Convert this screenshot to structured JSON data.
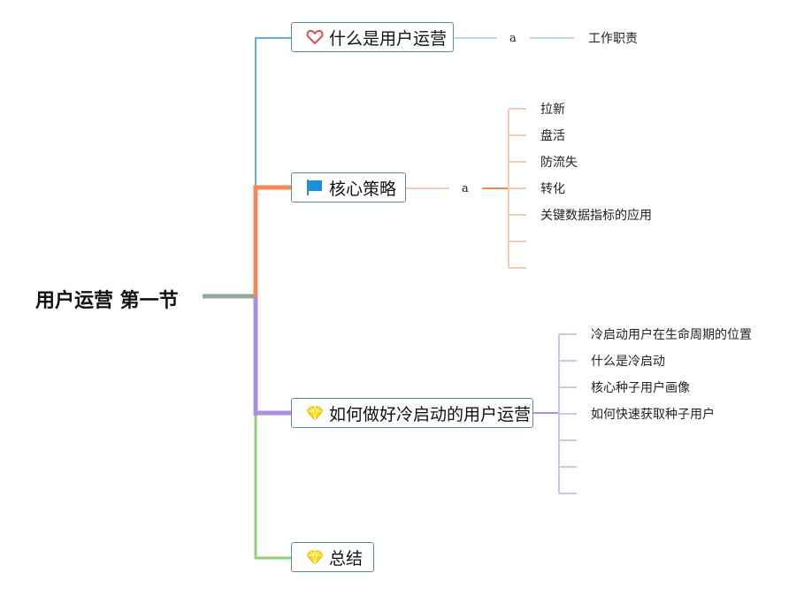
{
  "root": {
    "label": "用户运营 第一节"
  },
  "topics": [
    {
      "label": "什么是用户运营",
      "icon": "heart-icon",
      "color": "#6aaed8",
      "link_label": "a",
      "children": [
        "工作职责"
      ]
    },
    {
      "label": "核心策略",
      "icon": "flag-icon",
      "color": "#f4875a",
      "link_label": "a",
      "children": [
        "拉新",
        "盘活",
        "防流失",
        "转化",
        "关键数据指标的应用",
        "",
        ""
      ]
    },
    {
      "label": "如何做好冷启动的用户运营",
      "icon": "diamond-icon",
      "color": "#a98ee3",
      "children": [
        "冷启动用户在生命周期的位置",
        "什么是冷启动",
        "核心种子用户画像",
        "如何快速获取种子用户",
        "",
        "",
        ""
      ]
    },
    {
      "label": "总结",
      "icon": "diamond-icon",
      "color": "#8cd07a",
      "children": []
    }
  ],
  "colors": {
    "root_connector": "#94a89a",
    "topic_border": "#5f8f86",
    "heart": "#e0504a",
    "flag": "#1f8fd8",
    "diamond": "#f5d814"
  }
}
